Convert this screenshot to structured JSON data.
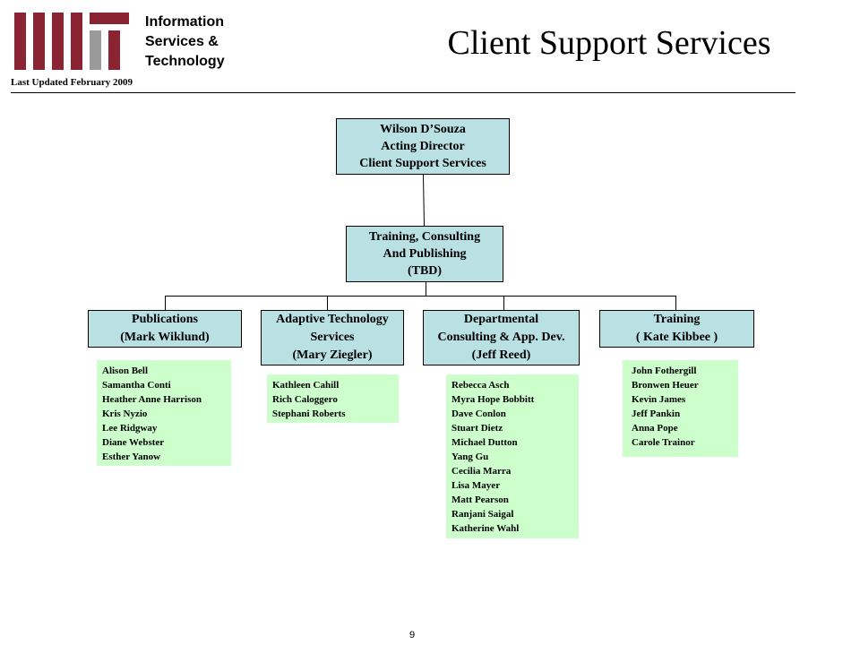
{
  "header": {
    "org_lines": [
      "Information",
      "Services &",
      "Technology"
    ],
    "last_updated": "Last Updated  February 2009",
    "title": "Client Support Services",
    "brand_color": "#8a2432"
  },
  "org_chart": {
    "director": {
      "lines": [
        "Wilson D’Souza",
        "Acting Director",
        "Client Support Services"
      ]
    },
    "group": {
      "lines": [
        "Training, Consulting",
        "And Publishing",
        "(TBD)"
      ]
    },
    "departments": [
      {
        "lines": [
          "Publications",
          "(Mark Wiklund)"
        ],
        "members": [
          "Alison Bell",
          "Samantha Conti",
          "Heather Anne Harrison",
          "Kris Nyzio",
          "Lee Ridgway",
          "Diane Webster",
          "Esther Yanow"
        ]
      },
      {
        "lines": [
          "Adaptive Technology",
          "Services",
          "(Mary Ziegler)"
        ],
        "members": [
          "Kathleen Cahill",
          "Rich Caloggero",
          "Stephani Roberts"
        ]
      },
      {
        "lines": [
          "Departmental",
          "Consulting & App. Dev.",
          "(Jeff Reed)"
        ],
        "members": [
          "Rebecca Asch",
          "Myra Hope Bobbitt",
          "Dave Conlon",
          "Stuart Dietz",
          "Michael Dutton",
          "Yang Gu",
          "Cecilia Marra",
          "Lisa Mayer",
          "Matt Pearson",
          "Ranjani Saigal",
          "Katherine Wahl"
        ]
      },
      {
        "lines": [
          "Training",
          "( Kate Kibbee )"
        ],
        "members": [
          "John Fothergill",
          "Bronwen Heuer",
          "Kevin James",
          "Jeff Pankin",
          "Anna Pope",
          "Carole Trainor"
        ]
      }
    ],
    "box_color": "#b9e0e3",
    "list_color": "#ccffcc"
  },
  "footer": {
    "page_number": "9"
  }
}
